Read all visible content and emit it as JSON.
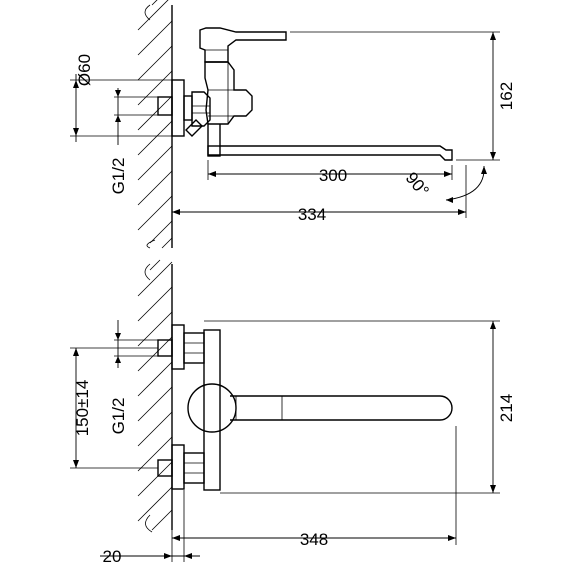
{
  "top_view": {
    "diameter_label": "Ø60",
    "thread_label": "G1/2",
    "spout_length_label": "300",
    "height_label": "162",
    "angle_label": "90°",
    "total_length_label": "334"
  },
  "front_view": {
    "centers_label": "150±14",
    "thread_label": "G1/2",
    "height_label": "214",
    "total_length_label": "348",
    "wall_offset_label": "20"
  }
}
